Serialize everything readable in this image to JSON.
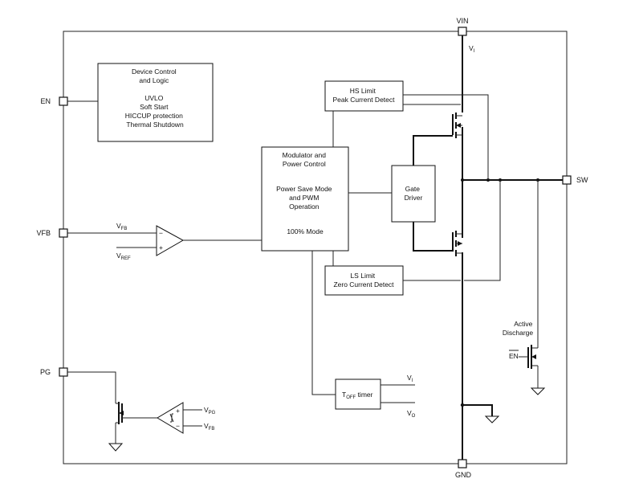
{
  "pins": {
    "vin": "VIN",
    "gnd": "GND",
    "sw": "SW",
    "en": "EN",
    "vfb": "VFB",
    "pg": "PG"
  },
  "blocks": {
    "device_control": [
      "Device Control",
      "and Logic",
      "",
      "UVLO",
      "Soft Start",
      "HICCUP protection",
      "Thermal Shutdown"
    ],
    "modulator": [
      "Modulator and",
      "Power Control",
      "",
      "Power Save Mode",
      "and PWM",
      "Operation",
      "",
      "100% Mode"
    ],
    "hs_limit": [
      "HS Limit",
      "Peak Current Detect"
    ],
    "ls_limit": [
      "LS Limit",
      "Zero Current Detect"
    ],
    "gate_driver": [
      "Gate",
      "Driver"
    ],
    "toff_timer": {
      "main": "T",
      "sub": "OFF",
      "rest": " timer"
    }
  },
  "signals": {
    "vi_top": {
      "main": "V",
      "sub": "I"
    },
    "vfb_in": {
      "main": "V",
      "sub": "FB"
    },
    "vref_in": {
      "main": "V",
      "sub": "REF"
    },
    "vpg_in": {
      "main": "V",
      "sub": "PG"
    },
    "vfb_pg": {
      "main": "V",
      "sub": "FB"
    },
    "toff_vi": {
      "main": "V",
      "sub": "I"
    },
    "toff_vo": {
      "main": "V",
      "sub": "O"
    }
  },
  "discharge": {
    "label_1": "Active",
    "label_2": "Discharge",
    "en_bar": "EN"
  },
  "opamp_signs": {
    "minus": "−",
    "plus": "+"
  }
}
